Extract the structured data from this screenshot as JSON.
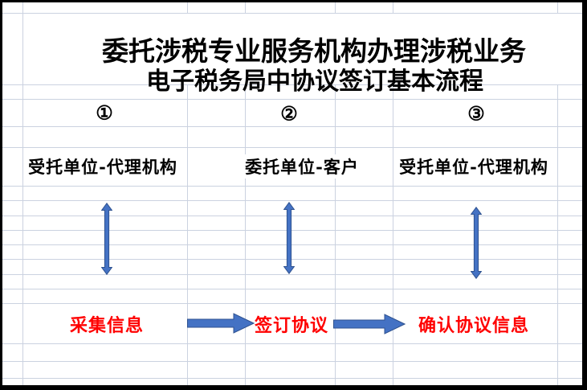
{
  "title": {
    "line1": "委托涉税专业服务机构办理涉税业务",
    "line2": "电子税务局中协议签订基本流程"
  },
  "steps": [
    {
      "number": "①",
      "party": "受托单位-代理机构",
      "action": "采集信息"
    },
    {
      "number": "②",
      "party": "委托单位-客户",
      "action": "签订协议"
    },
    {
      "number": "③",
      "party": "受托单位-代理机构",
      "action": "确认协议信息"
    }
  ],
  "shapes": {
    "vertical_double_arrow": "↕",
    "flow_arrow_right": "→"
  },
  "colors": {
    "arrow_fill": "#4472C4",
    "arrow_outline": "#2F528F",
    "action_text": "#FF0000",
    "heading_text": "#000000",
    "gridline": "#CBD2E0",
    "sheet_border": "#000000"
  }
}
